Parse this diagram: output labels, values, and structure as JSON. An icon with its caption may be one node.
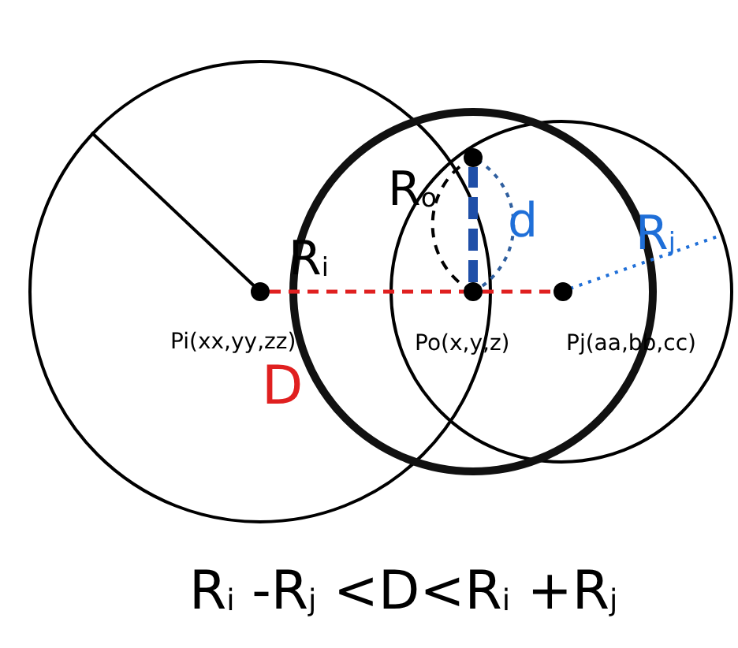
{
  "diagram": {
    "nodes": [
      {
        "text": [],
        "shape": "circle",
        "beside": [
          "Pi(xx,yy,zz)"
        ]
      },
      {
        "text": [],
        "shape": "circle",
        "beside": [
          "Po(x,y,z)"
        ]
      },
      {
        "text": [],
        "shape": "circle",
        "beside": [
          "Pj(aa,bb,cc)"
        ]
      },
      {
        "text": [],
        "shape": "circle"
      }
    ],
    "edges": [
      {
        "from": 0,
        "to": 1,
        "arrow": "none",
        "style": "dashed",
        "color": "#e02020"
      },
      {
        "from": 1,
        "to": 2,
        "arrow": "none",
        "style": "dashed",
        "color": "#e02020"
      },
      {
        "from": 1,
        "to": 3,
        "arrow": "none",
        "style": "dashed",
        "color": "#1f4fa8"
      },
      {
        "from": 1,
        "to": 3,
        "arrow": "none",
        "style": "dashed",
        "color": "#000000"
      },
      {
        "from": 1,
        "to": 3,
        "arrow": "none",
        "style": "dashed",
        "color": "#2f5f9f"
      }
    ],
    "labels": [
      "R$_{o}$",
      "d",
      "R$_{j}$",
      "R$_{i}$",
      "D",
      "R$_{i}$ -R$_{j}$ <D<R$_{i}$ +R$_{j}$"
    ]
  }
}
